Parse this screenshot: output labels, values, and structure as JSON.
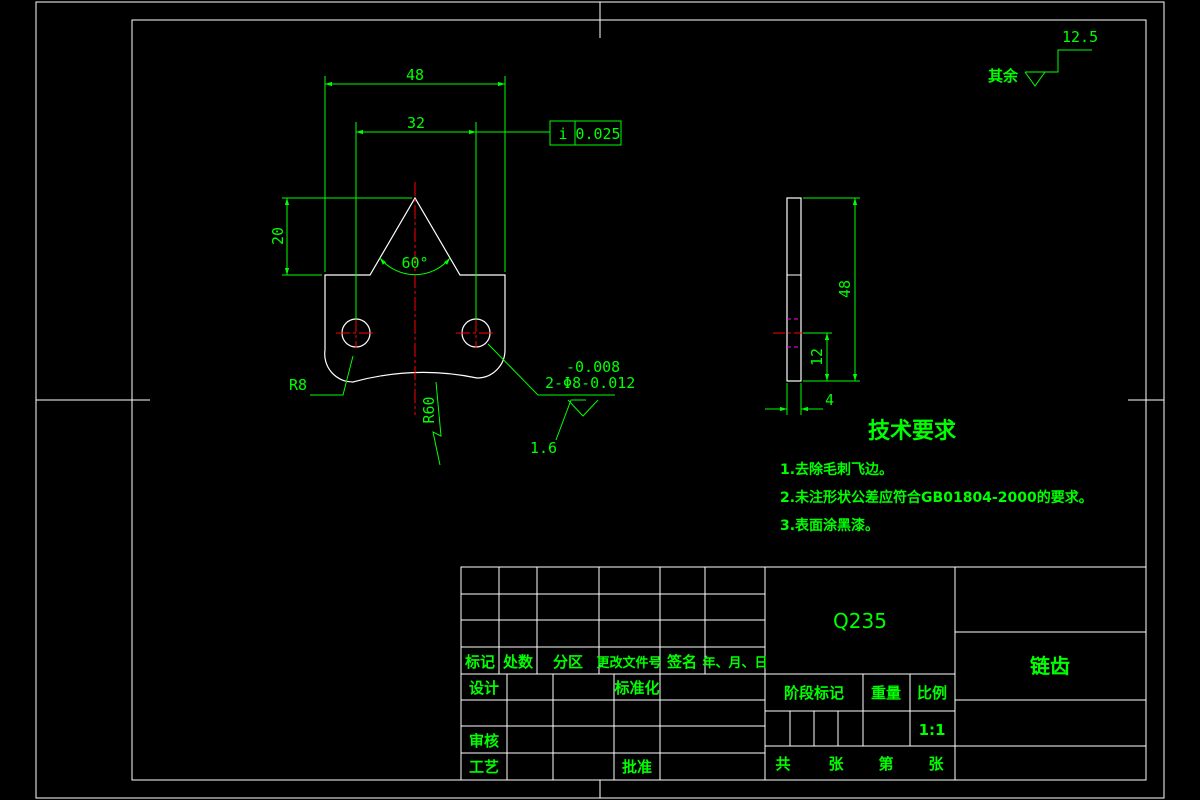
{
  "colors": {
    "background": "#000000",
    "frame": "#ffffff",
    "dimension": "#00ff00",
    "centerline": "#ff0000",
    "hidden": "#ff00ff"
  },
  "front_view": {
    "dim_width": "48",
    "dim_hole_spacing": "32",
    "dim_tooth_height": "20",
    "dim_angle": "60°",
    "radius_corner": "R8",
    "radius_bottom": "R60",
    "tolerance_symbol": "i",
    "tolerance_value": "0.025",
    "hole_tol_upper": "-0.008",
    "hole_spec": "2-Φ8-0.012",
    "roughness_hole": "1.6"
  },
  "side_view": {
    "dim_height": "48",
    "dim_hole": "12",
    "dim_thickness": "4"
  },
  "roughness": {
    "label": "其余",
    "value": "12.5"
  },
  "requirements": {
    "title": "技术要求",
    "items": [
      "1.去除毛刺飞边。",
      "2.未注形状公差应符合GB01804-2000的要求。",
      "3.表面涂黑漆。"
    ]
  },
  "title_block": {
    "header_cells": [
      "标记",
      "处数",
      "分区",
      "更改文件号",
      "签名",
      "年、月、日"
    ],
    "design": "设计",
    "standardize": "标准化",
    "review": "审核",
    "process": "工艺",
    "approve": "批准",
    "material": "Q235",
    "part_name": "链齿",
    "stage_mark": "阶段标记",
    "weight": "重量",
    "scale_label": "比例",
    "scale_value": "1:1",
    "total": "共",
    "sheet": "张",
    "number": "第",
    "sheet2": "张"
  }
}
